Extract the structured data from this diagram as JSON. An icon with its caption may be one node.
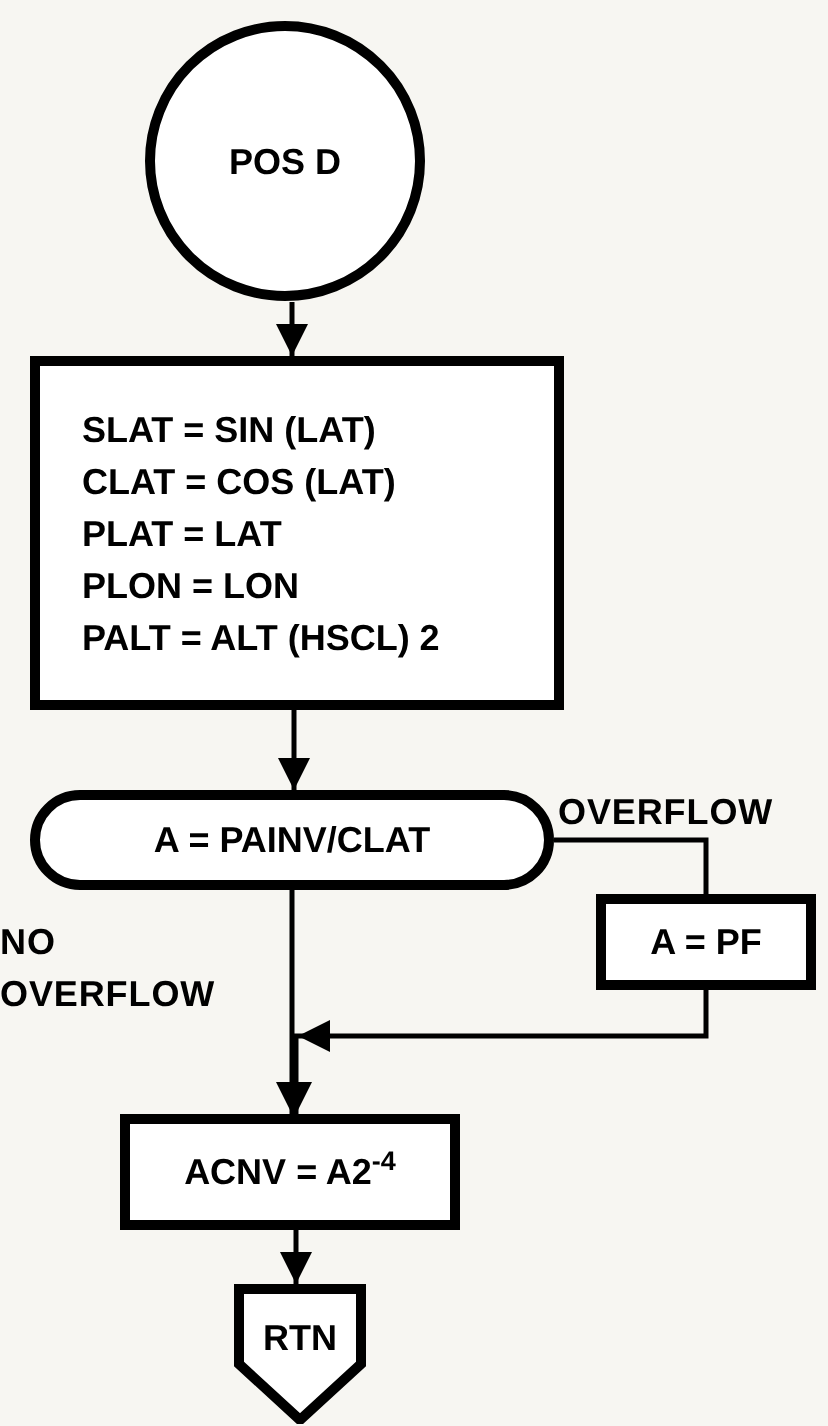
{
  "diagram": {
    "nodes": [
      {
        "text": [
          "POS D"
        ]
      },
      {
        "text": [
          "SLAT = SIN (LAT)",
          "CLAT = COS (LAT)",
          "PLAT = LAT",
          "PLON = LON",
          "PALT = ALT (HSCL) 2"
        ]
      },
      {
        "text": [
          "A = PAINV/CLAT"
        ]
      },
      {
        "text": [
          "A = PF"
        ]
      },
      {
        "text": [
          "ACNV = A2$^{-4}$"
        ]
      },
      {
        "text": [
          "RTN"
        ]
      }
    ],
    "edges": [
      {
        "from": 0,
        "to": 1,
        "arrow": "to"
      },
      {
        "from": 1,
        "to": 2,
        "arrow": "to"
      },
      {
        "from": 2,
        "to": 3,
        "arrow": "none",
        "label": "OVERFLOW"
      },
      {
        "from": 2,
        "to": 4,
        "arrow": "to",
        "label": "NO OVERFLOW"
      },
      {
        "from": 3,
        "to": 4,
        "arrow": "to"
      },
      {
        "from": 4,
        "to": 5,
        "arrow": "to"
      }
    ]
  }
}
